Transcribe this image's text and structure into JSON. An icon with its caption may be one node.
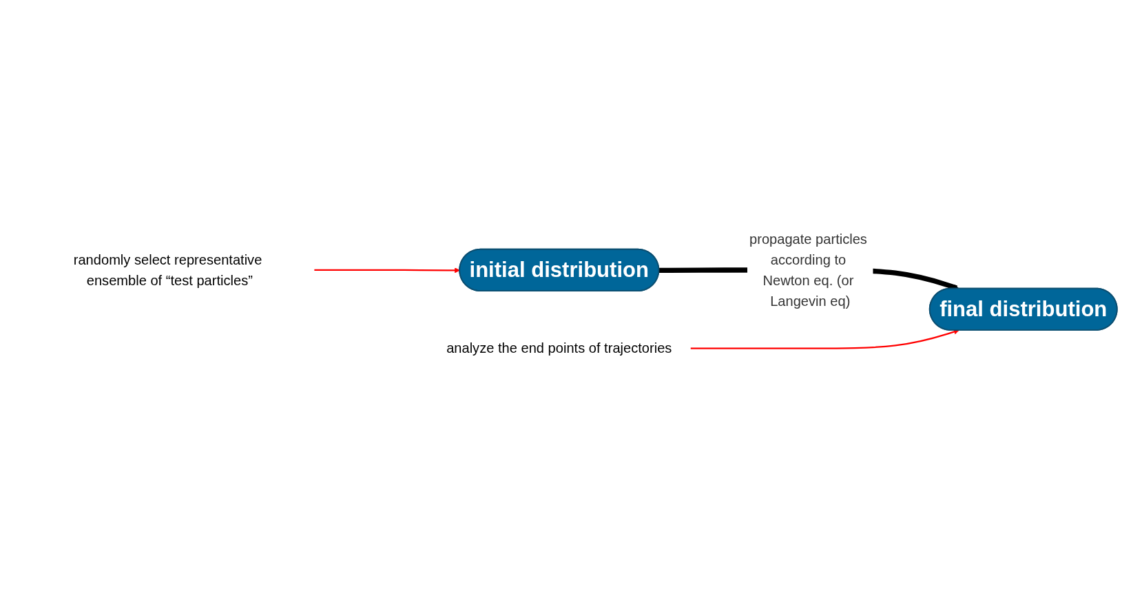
{
  "diagram": {
    "nodes": [
      {
        "text": [
          "initial distribution"
        ]
      },
      {
        "text": [
          "final distribution"
        ]
      },
      {
        "text": [
          "randomly select representative ensemble of “test particles”"
        ]
      },
      {
        "text": [
          "analyze the end points of trajectories"
        ]
      }
    ],
    "edges": [
      {
        "from": 2,
        "to": 0,
        "arrow": "to"
      },
      {
        "from": 0,
        "to": 1,
        "arrow": "to",
        "style": "thick",
        "color": "#000000",
        "label": "propagate particles according to Newton eq. (or Langevin eq)"
      },
      {
        "from": 3,
        "to": 1,
        "arrow": "to"
      }
    ]
  }
}
